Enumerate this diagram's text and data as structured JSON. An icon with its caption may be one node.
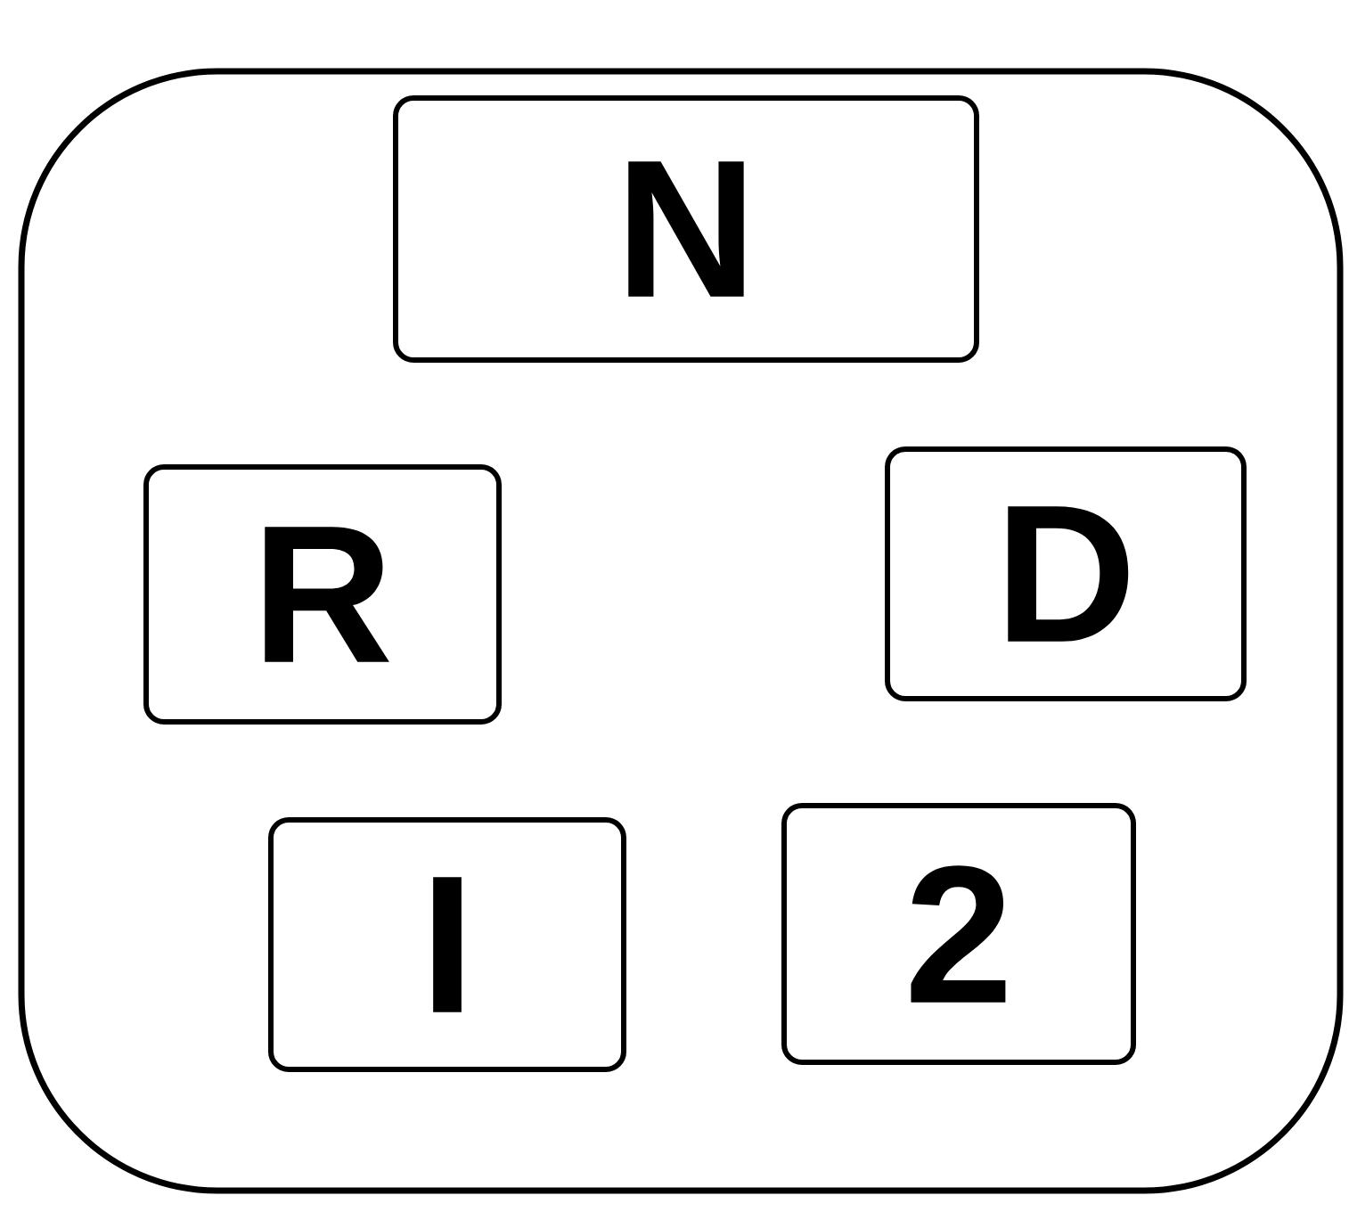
{
  "diagram": {
    "nodes": [
      {
        "text": [],
        "shape": "box"
      },
      {
        "text": [
          "N"
        ],
        "in": 0
      },
      {
        "text": [
          "R"
        ],
        "in": 0
      },
      {
        "text": [
          "D"
        ],
        "in": 0
      },
      {
        "text": [
          "I"
        ],
        "in": 0
      },
      {
        "text": [
          "2"
        ],
        "in": 0
      }
    ]
  }
}
